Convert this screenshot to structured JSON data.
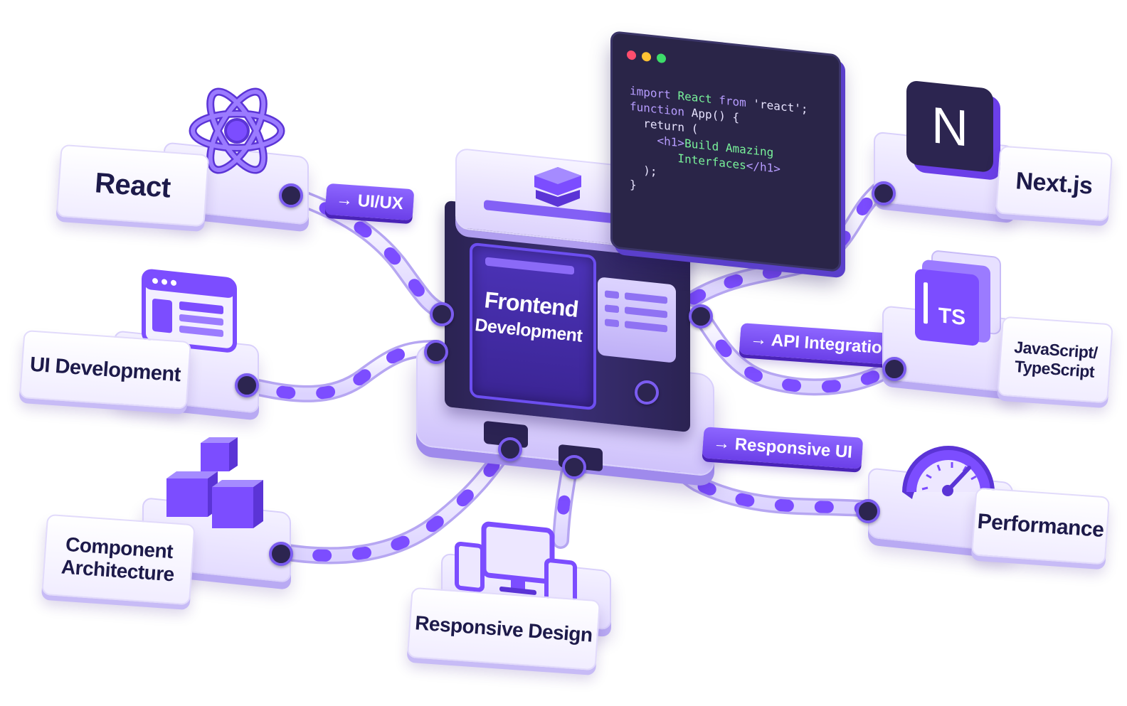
{
  "hub": {
    "title_line1": "Frontend",
    "title_line2": "Development"
  },
  "code": {
    "dot_colors": [
      "#ff4d6d",
      "#ffc233",
      "#3ddc6a"
    ],
    "lines": [
      [
        {
          "t": "import ",
          "c": "kw"
        },
        {
          "t": "React ",
          "c": "id"
        },
        {
          "t": "from ",
          "c": "kw"
        },
        {
          "t": "'react';",
          "c": "str"
        }
      ],
      [
        {
          "t": "function ",
          "c": "kw"
        },
        {
          "t": "App() {",
          "c": "str"
        }
      ],
      [
        {
          "t": "  return (",
          "c": "str"
        }
      ],
      [
        {
          "t": "    <h1>",
          "c": "tg"
        },
        {
          "t": "Build Amazing",
          "c": "tx"
        }
      ],
      [
        {
          "t": "       Interfaces",
          "c": "tx"
        },
        {
          "t": "</h1>",
          "c": "tg"
        }
      ],
      [
        {
          "t": "  );",
          "c": "str"
        }
      ],
      [
        {
          "t": "}",
          "c": "str"
        }
      ]
    ]
  },
  "nodes": {
    "react": "React",
    "nextjs": "Next.js",
    "ui_development": "UI Development",
    "js_ts_line1": "JavaScript/",
    "js_ts_line2": "TypeScript",
    "component_line1": "Component",
    "component_line2": "Architecture",
    "performance": "Performance",
    "responsive_design": "Responsive Design"
  },
  "tags": {
    "ui_ux": "→ UI/UX",
    "api_integration": "→ API Integration",
    "responsive_ui": "→ Responsive UI"
  },
  "icons": {
    "ts_badge": "TS",
    "next_letter": "N"
  },
  "colors": {
    "accent": "#7c4dff",
    "accent_dark": "#4a23b7",
    "ink": "#1d1a4a",
    "code_bg": "#2a2548"
  }
}
